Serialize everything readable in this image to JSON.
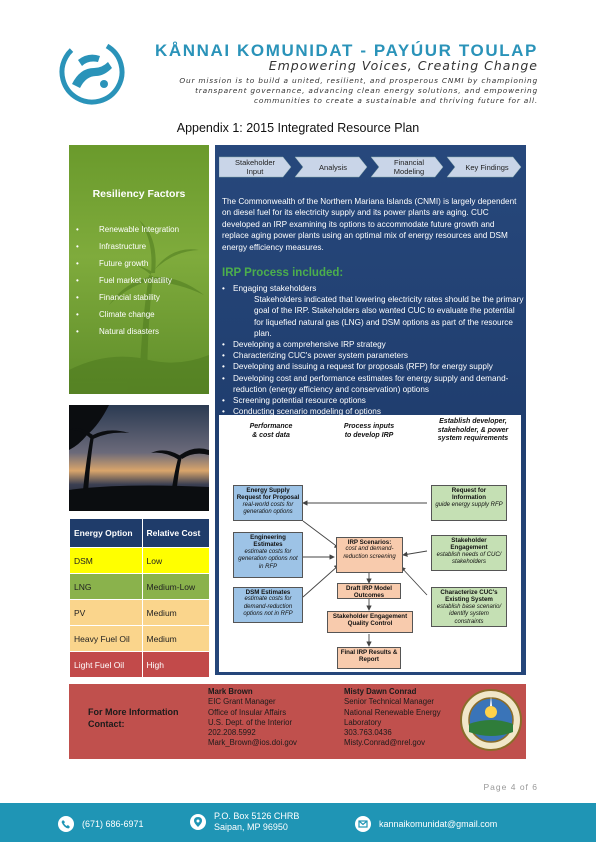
{
  "header": {
    "org_name": "KÅNNAI KOMUNIDAT - PAYÚUR TOULAP",
    "tagline": "Empowering Voices, Creating Change",
    "mission_lines": [
      "Our mission is to build a united, resilient, and prosperous CNMI by championing",
      "transparent governance, advancing clean energy solutions, and empowering",
      "communities to create a sustainable and thriving future for all."
    ]
  },
  "appendix_title": "Appendix 1: 2015 Integrated Resource Plan",
  "resiliency": {
    "title": "Resiliency Factors",
    "items": [
      "Renewable  Integration",
      "Infrastructure",
      "Future growth",
      "Fuel market volatility",
      "Financial  stability",
      "Climate change",
      "Natural disasters"
    ]
  },
  "energy_table": {
    "headers": [
      "Energy Option",
      "Relative Cost"
    ],
    "rows": [
      {
        "option": "DSM",
        "cost": "Low"
      },
      {
        "option": "LNG",
        "cost": "Medium-Low"
      },
      {
        "option": "PV",
        "cost": "Medium"
      },
      {
        "option": "Heavy Fuel Oil",
        "cost": "Medium"
      },
      {
        "option": "Light Fuel Oil",
        "cost": "High"
      }
    ],
    "colors": [
      "#ffff00",
      "#8ab24c",
      "#fad58c",
      "#fad58c",
      "#c24a4a"
    ]
  },
  "process_steps": [
    {
      "l1": "Stakeholder",
      "l2": "Input"
    },
    {
      "l1": "Analysis",
      "l2": ""
    },
    {
      "l1": "Financial",
      "l2": "Modeling"
    },
    {
      "l1": "Key Findings",
      "l2": ""
    }
  ],
  "intro": "The Commonwealth of the Northern Mariana Islands (CNMI) is largely dependent on diesel fuel for its electricity supply and its power plants are aging. CUC developed an IRP examining its options to accommodate future growth and replace aging power plants using an optimal mix of energy resources and DSM energy efficiency measures.",
  "irp": {
    "heading": "IRP Process included:",
    "items": [
      "Engaging stakeholders",
      "Stakeholders indicated that lowering electricity rates should be the primary goal of the IRP. Stakeholders also wanted CUC to evaluate the potential for liquefied natural gas (LNG) and DSM options as part of the resource plan.",
      "Developing a comprehensive IRP strategy",
      "Characterizing CUC's power system parameters",
      "Developing and issuing a request for proposals (RFP) for energy supply",
      "Developing cost and performance estimates for energy supply and demand-reduction (energy efficiency and conservation) options",
      "Screening potential resource options",
      "Conducting scenario modeling of options"
    ]
  },
  "flowchart": {
    "col_heads": [
      {
        "l1": "Performance",
        "l2": "& cost data"
      },
      {
        "l1": "Process inputs",
        "l2": "to develop IRP"
      },
      {
        "l1": "Establish developer,",
        "l2": "stakeholder, & power",
        "l3": "system requirements"
      }
    ],
    "boxes": {
      "energy_supply": {
        "title": "Energy Supply Request for Proposal",
        "sub": "real-world costs for generation options"
      },
      "engineering": {
        "title": "Engineering Estimates",
        "sub": "estimate costs for generation options not in RFP"
      },
      "dsm": {
        "title": "DSM Estimates",
        "sub": "estimate costs for demand-reduction options not in RFP"
      },
      "request_info": {
        "title": "Request for Information",
        "sub": "guide energy supply RFP"
      },
      "stakeholder_engagement": {
        "title": "Stakeholder Engagement",
        "sub": "establish needs of CUC/ stakeholders"
      },
      "characterize": {
        "title": "Characterize CUC's Existing System",
        "sub": "establish base scenario/ identify system constraints"
      },
      "scenarios": {
        "title": "IRP Scenarios:",
        "sub": "cost and demand-reduction screening"
      },
      "draft": {
        "title": "Draft IRP Model Outcomes",
        "sub": ""
      },
      "quality": {
        "title": "Stakeholder Engagement Quality Control",
        "sub": ""
      },
      "final": {
        "title": "Final IRP Results & Report",
        "sub": ""
      }
    }
  },
  "contact": {
    "label": "For More Information Contact:",
    "people": [
      {
        "name": "Mark Brown",
        "lines": [
          "EIC Grant Manager",
          "Office of Insular Affairs",
          "U.S. Dept. of the Interior",
          "202.208.5992",
          "Mark_Brown@ios.doi.gov"
        ]
      },
      {
        "name": "Misty Dawn Conrad",
        "lines": [
          "Senior Technical Manager",
          "National Renewable Energy",
          "Laboratory",
          "303.763.0436",
          "Misty.Conrad@nrel.gov"
        ]
      }
    ]
  },
  "page_number": "Page 4 of 6",
  "footer": {
    "phone": "(671) 686-6971",
    "address_l1": "P.O. Box 5126 CHRB",
    "address_l2": "Saipan, MP 96950",
    "email": "kannaikomunidat@gmail.com",
    "icons": [
      "phone-icon",
      "location-pin-icon",
      "email-icon"
    ]
  },
  "colors": {
    "teal": "#2a93b9",
    "navy": "#203e6f",
    "green": "#6a9a2c",
    "red": "#c0504d",
    "footer": "#1f95b5"
  }
}
